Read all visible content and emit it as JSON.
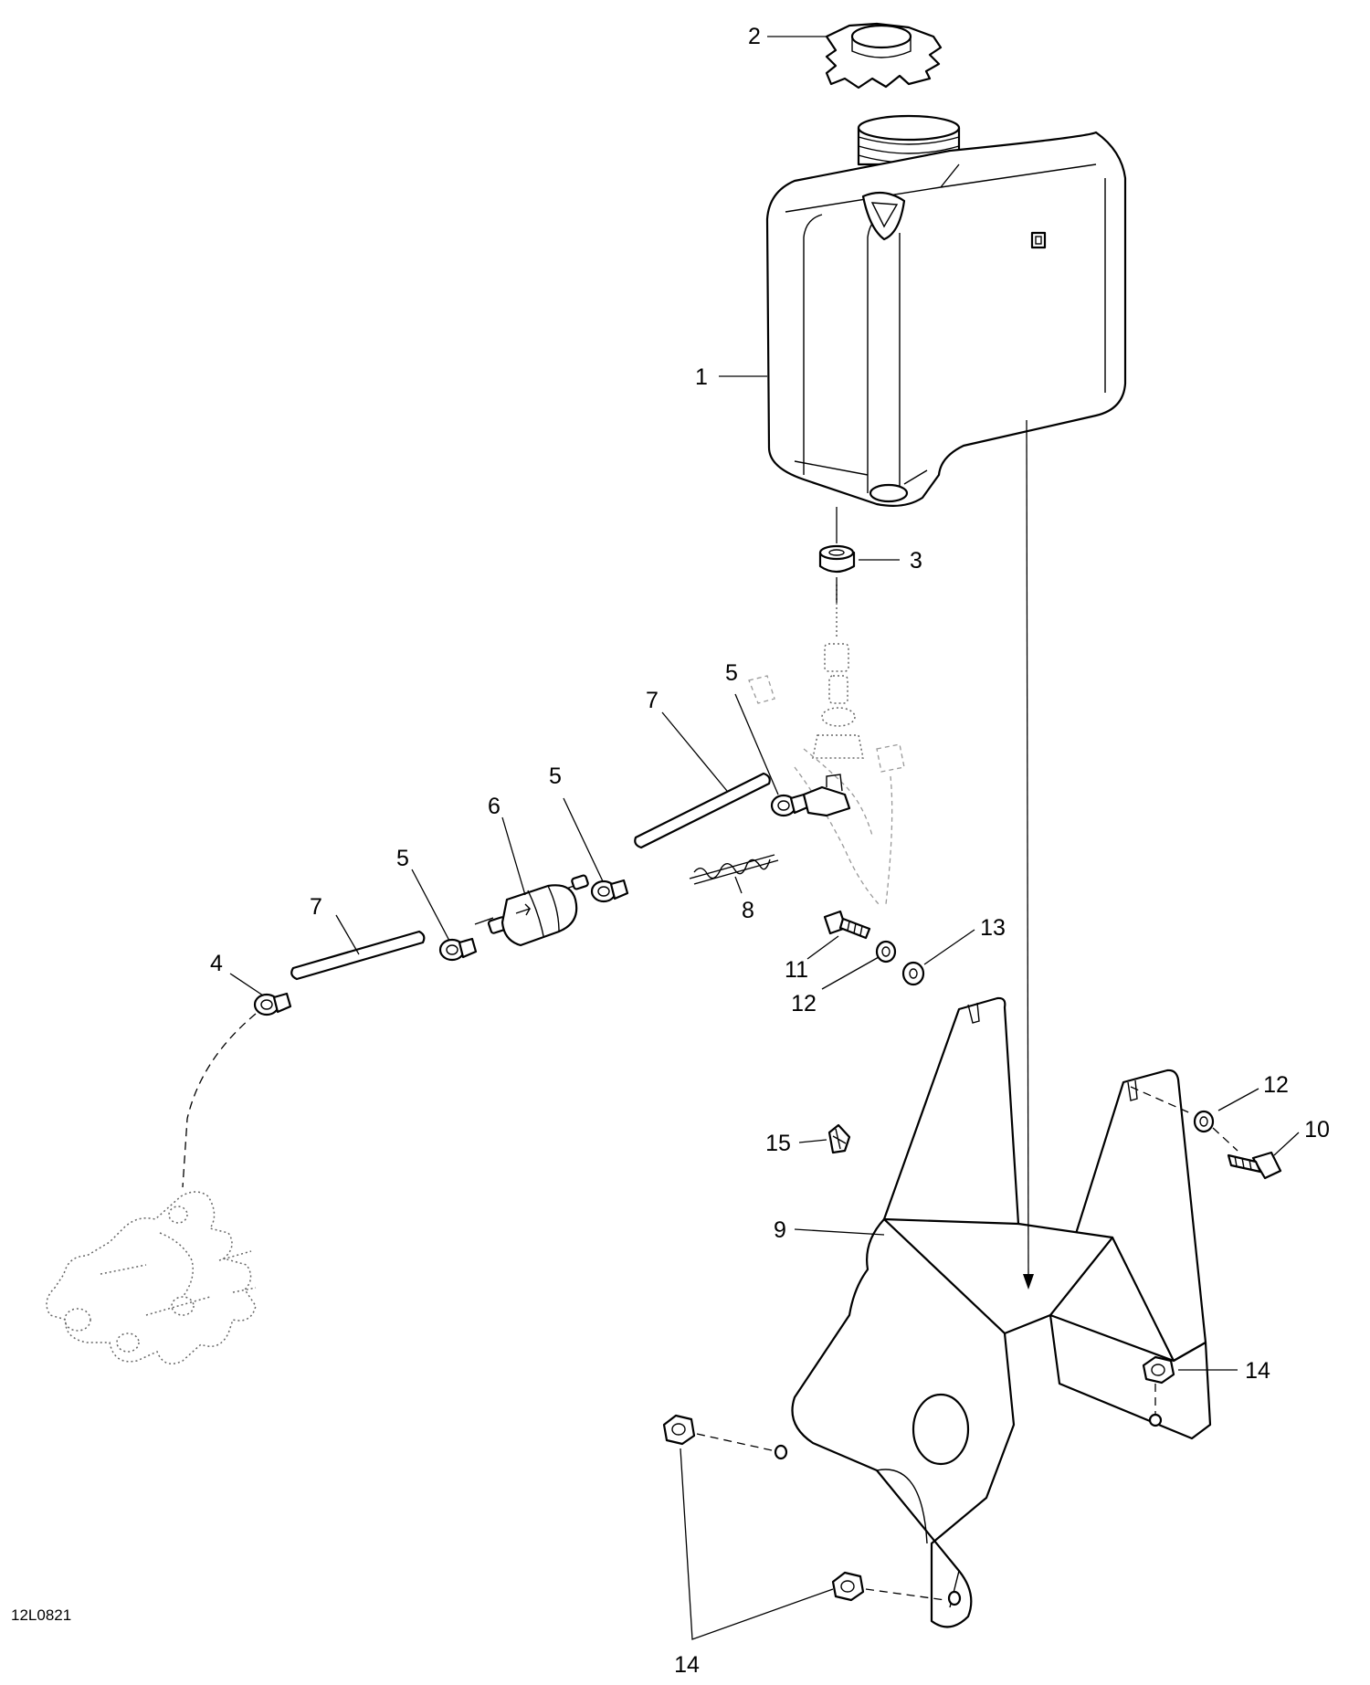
{
  "drawing_code": "12L0821",
  "callouts": [
    {
      "id": "c1",
      "text": "1"
    },
    {
      "id": "c2",
      "text": "2"
    },
    {
      "id": "c3",
      "text": "3"
    },
    {
      "id": "c4",
      "text": "4"
    },
    {
      "id": "c5a",
      "text": "5"
    },
    {
      "id": "c5b",
      "text": "5"
    },
    {
      "id": "c5c",
      "text": "5"
    },
    {
      "id": "c6",
      "text": "6"
    },
    {
      "id": "c7a",
      "text": "7"
    },
    {
      "id": "c7b",
      "text": "7"
    },
    {
      "id": "c8",
      "text": "8"
    },
    {
      "id": "c9",
      "text": "9"
    },
    {
      "id": "c10",
      "text": "10"
    },
    {
      "id": "c11",
      "text": "11"
    },
    {
      "id": "c12a",
      "text": "12"
    },
    {
      "id": "c12b",
      "text": "12"
    },
    {
      "id": "c13",
      "text": "13"
    },
    {
      "id": "c14a",
      "text": "14"
    },
    {
      "id": "c14b",
      "text": "14"
    },
    {
      "id": "c15",
      "text": "15"
    }
  ]
}
